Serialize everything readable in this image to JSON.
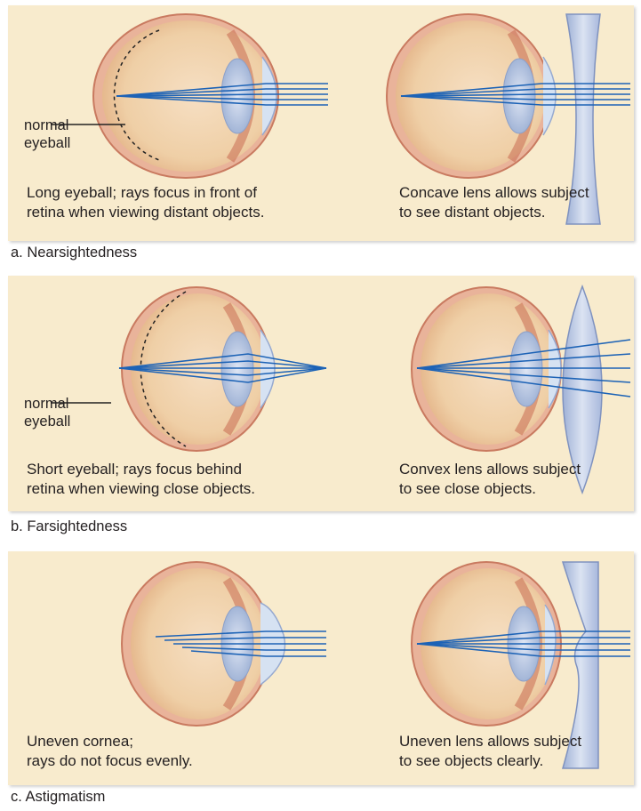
{
  "panels": [
    {
      "label": "a. Nearsightedness",
      "left_caption": "Long eyeball; rays focus in front of\nretina when viewing distant objects.",
      "right_caption": "Concave lens allows subject\nto see distant objects.",
      "eyeball_label": "normal\neyeball"
    },
    {
      "label": "b. Farsightedness",
      "left_caption": "Short eyeball; rays focus behind\nretina when viewing close objects.",
      "right_caption": "Convex lens allows subject\nto see close objects.",
      "eyeball_label": "normal\neyeball"
    },
    {
      "label": "c. Astigmatism",
      "left_caption": "Uneven cornea;\nrays do not focus evenly.",
      "right_caption": "Uneven lens allows subject\nto see objects clearly."
    }
  ],
  "colors": {
    "panel_bg": "#f8ebcd",
    "ray": "#1d63b6",
    "eye_outer": "#d98a6e",
    "lens": "#b9c7e3"
  }
}
